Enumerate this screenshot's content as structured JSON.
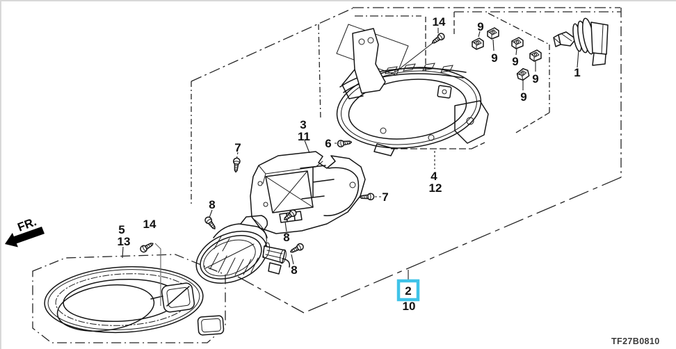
{
  "diagram": {
    "code": "TF27B0810",
    "direction_label": "FR.",
    "highlight_color": "#3fc3e8"
  },
  "callouts": {
    "bulb": {
      "ref": "1"
    },
    "foglight_assembly": {
      "primary": "2",
      "secondary": "10",
      "highlighted": true
    },
    "bracket": {
      "primary": "3",
      "secondary": "11"
    },
    "housing": {
      "primary": "4",
      "secondary": "12"
    },
    "garnish": {
      "primary": "5",
      "secondary": "13"
    },
    "bolt_6": {
      "ref": "6"
    },
    "screw_7_left": {
      "ref": "7"
    },
    "screw_7_right": {
      "ref": "7"
    },
    "screw_8_left": {
      "ref": "8"
    },
    "screw_8_mid": {
      "ref": "8"
    },
    "screw_8_right": {
      "ref": "8"
    },
    "clip_9_1": {
      "ref": "9"
    },
    "clip_9_2": {
      "ref": "9"
    },
    "clip_9_3": {
      "ref": "9"
    },
    "clip_9_4": {
      "ref": "9"
    },
    "clip_9_5": {
      "ref": "9"
    },
    "screw_14_top": {
      "ref": "14"
    },
    "screw_14_bottom": {
      "ref": "14"
    }
  }
}
